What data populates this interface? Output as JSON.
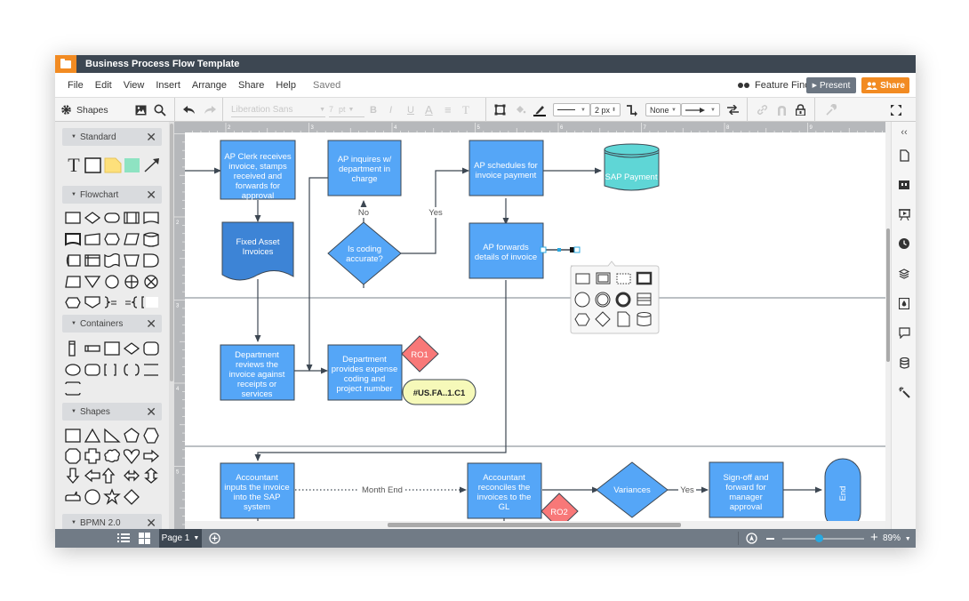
{
  "app": {
    "title": "Business Process Flow Template",
    "brand_color": "#f28b22"
  },
  "menubar": {
    "items": [
      "File",
      "Edit",
      "View",
      "Insert",
      "Arrange",
      "Share",
      "Help"
    ],
    "status": "Saved",
    "feature_find": "Feature Find",
    "present_label": "Present",
    "share_label": "Share"
  },
  "toolbar": {
    "shapes_label": "Shapes",
    "font_family": "Liberation Sans",
    "font_size": "7",
    "font_unit": "pt",
    "line_width": "2 px",
    "line_start": "None",
    "bold": "B",
    "italic": "I",
    "underline": "U",
    "text_color": "A",
    "align": "≡",
    "text_style": "T"
  },
  "sidebar": {
    "sections": [
      {
        "title": "Standard"
      },
      {
        "title": "Flowchart"
      },
      {
        "title": "Containers"
      },
      {
        "title": "Shapes"
      },
      {
        "title": "BPMN 2.0"
      }
    ]
  },
  "rulers": {
    "top_ticks": [
      "2",
      "3",
      "4",
      "5",
      "6",
      "7",
      "8",
      "9"
    ],
    "left_ticks": [
      "2",
      "3",
      "4",
      "5"
    ]
  },
  "diagram": {
    "colors": {
      "process": "#55a6f7",
      "document": "#3d84d6",
      "datastore": "#5fd6d6",
      "risk": "#f87878",
      "control": "#f6f9b9",
      "stroke": "#3d4752"
    },
    "nodes": {
      "ap_clerk": [
        "AP Clerk receives",
        "invoice, stamps",
        "received and",
        "forwards for",
        "approval"
      ],
      "fixed_asset": [
        "Fixed Asset",
        "Invoices"
      ],
      "ap_inquires": [
        "AP inquires w/",
        "department in",
        "charge"
      ],
      "coding": [
        "Is coding",
        "accurate?"
      ],
      "ap_schedules": [
        "AP schedules for",
        "invoice payment"
      ],
      "sap_payment": [
        "SAP Payment"
      ],
      "ap_forwards": [
        "AP forwards",
        "details of invoice"
      ],
      "dept_reviews": [
        "Department",
        "reviews the",
        "invoice against",
        "receipts or",
        "services"
      ],
      "dept_provides": [
        "Department",
        "provides expense",
        "coding and",
        "project number"
      ],
      "ro1": [
        "RO1"
      ],
      "control1": [
        "#US.FA..1.C1"
      ],
      "accountant_inputs": [
        "Accountant",
        "inputs the invoice",
        "into the SAP",
        "system"
      ],
      "accountant_reconciles": [
        "Accountant",
        "reconciles the",
        "invoices to the",
        "GL"
      ],
      "ro2": [
        "RO2"
      ],
      "variances": [
        "Variances"
      ],
      "signoff": [
        "Sign-off and",
        "forward for",
        "manager",
        "approval"
      ],
      "end": [
        "End"
      ]
    },
    "edge_labels": {
      "no": "No",
      "yes": "Yes",
      "month_end": "Month End",
      "yes2": "Yes"
    }
  },
  "bottombar": {
    "page_label": "Page 1",
    "zoom_level": "89%",
    "zoom_fraction": 0.45
  }
}
